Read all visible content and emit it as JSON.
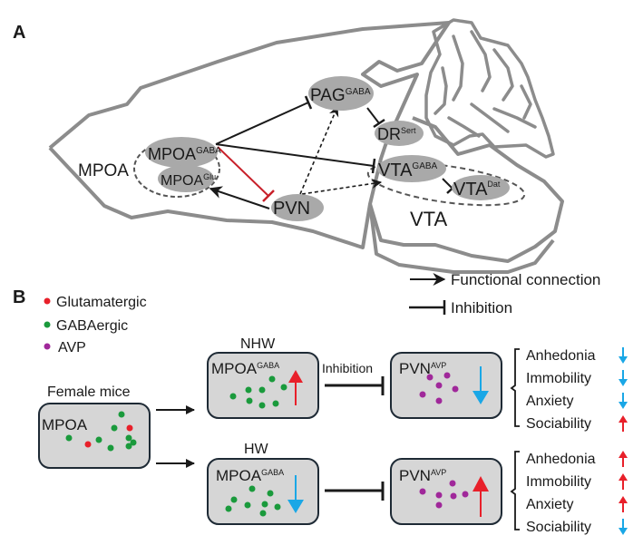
{
  "panels": {
    "a_label": "A",
    "b_label": "B"
  },
  "panel_a": {
    "regions": {
      "mpoa_outer": "MPOA",
      "mpoa_gaba": {
        "base": "MPOA",
        "sup": "GABA"
      },
      "mpoa_glu": {
        "base": "MPOA",
        "sup": "Glu"
      },
      "pvn": "PVN",
      "pag_gaba": {
        "base": "PAG",
        "sup": "GABA"
      },
      "dr_sert": {
        "base": "DR",
        "sup": "Sert"
      },
      "vta_gaba": {
        "base": "VTA",
        "sup": "GABA"
      },
      "vta_dat": {
        "base": "VTA",
        "sup": "Dat"
      },
      "vta_outer": "VTA"
    },
    "connections": [
      {
        "from": "MPOA-GABA",
        "to": "PAG-GABA",
        "type": "inhibition",
        "color": "#1a1a1a"
      },
      {
        "from": "MPOA-GABA",
        "to": "VTA-GABA",
        "type": "inhibition",
        "color": "#1a1a1a"
      },
      {
        "from": "MPOA-GABA",
        "to": "PVN",
        "type": "inhibition",
        "color": "#c8202a"
      },
      {
        "from": "PVN",
        "to": "MPOA-Glu",
        "type": "functional",
        "color": "#1a1a1a"
      },
      {
        "from": "PVN",
        "to": "PAG-GABA",
        "type": "functional-dashed",
        "color": "#1a1a1a"
      },
      {
        "from": "PVN",
        "to": "VTA-GABA",
        "type": "functional-dashed",
        "color": "#1a1a1a"
      },
      {
        "from": "PAG-GABA",
        "to": "DR-Sert",
        "type": "inhibition",
        "color": "#1a1a1a"
      },
      {
        "from": "VTA-GABA",
        "to": "VTA-Dat",
        "type": "inhibition",
        "color": "#1a1a1a"
      }
    ]
  },
  "legend": {
    "functional": "Functional connection",
    "inhibition": "Inhibition",
    "cell_types": [
      {
        "label": "Glutamatergic",
        "color": "#e8202a"
      },
      {
        "label": "GABAergic",
        "color": "#1a9a3c"
      },
      {
        "label": "AVP",
        "color": "#a0289a"
      }
    ]
  },
  "panel_b": {
    "source": {
      "title": "Female mice",
      "box_label": "MPOA"
    },
    "nhw": {
      "title": "NHW",
      "mpoa": {
        "base": "MPOA",
        "sup": "GABA",
        "trend": "up"
      },
      "link_label": "Inhibition",
      "pvn": {
        "base": "PVN",
        "sup": "AVP",
        "trend": "down"
      },
      "outcomes": [
        {
          "label": "Anhedonia",
          "trend": "down"
        },
        {
          "label": "Immobility",
          "trend": "down"
        },
        {
          "label": "Anxiety",
          "trend": "down"
        },
        {
          "label": "Sociability",
          "trend": "up"
        }
      ]
    },
    "hw": {
      "title": "HW",
      "mpoa": {
        "base": "MPOA",
        "sup": "GABA",
        "trend": "down"
      },
      "link_label": "",
      "pvn": {
        "base": "PVN",
        "sup": "AVP",
        "trend": "up"
      },
      "outcomes": [
        {
          "label": "Anhedonia",
          "trend": "up"
        },
        {
          "label": "Immobility",
          "trend": "up"
        },
        {
          "label": "Anxiety",
          "trend": "up"
        },
        {
          "label": "Sociability",
          "trend": "down"
        }
      ]
    }
  },
  "colors": {
    "up": "#e8202a",
    "down": "#1aa7e6",
    "region_fill": "#a9a9a9",
    "box_fill": "#d6d6d6",
    "outline": "#8c8c8c"
  }
}
